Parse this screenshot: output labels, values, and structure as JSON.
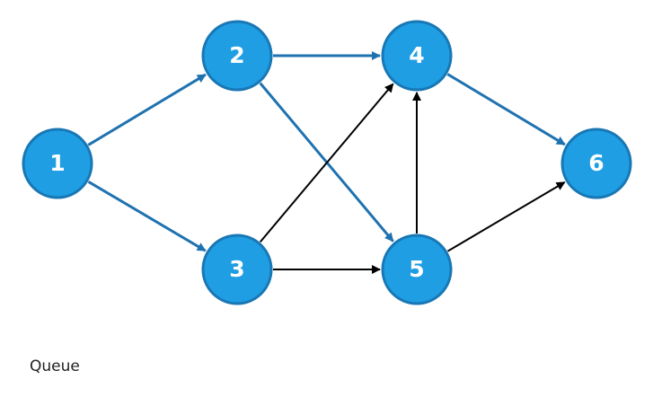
{
  "colors": {
    "node_fill": "#1f9ee3",
    "node_stroke": "#1877b4",
    "highlight_edge": "#1f72b0",
    "normal_edge": "#000000",
    "label": "#ffffff"
  },
  "graph": {
    "nodes": [
      {
        "id": "1",
        "label": "1"
      },
      {
        "id": "2",
        "label": "2"
      },
      {
        "id": "3",
        "label": "3"
      },
      {
        "id": "4",
        "label": "4"
      },
      {
        "id": "5",
        "label": "5"
      },
      {
        "id": "6",
        "label": "6"
      }
    ],
    "edges": [
      {
        "from": "1",
        "to": "2",
        "highlighted": true
      },
      {
        "from": "1",
        "to": "3",
        "highlighted": true
      },
      {
        "from": "2",
        "to": "4",
        "highlighted": true
      },
      {
        "from": "2",
        "to": "5",
        "highlighted": true
      },
      {
        "from": "4",
        "to": "6",
        "highlighted": true
      },
      {
        "from": "3",
        "to": "4",
        "highlighted": false
      },
      {
        "from": "3",
        "to": "5",
        "highlighted": false
      },
      {
        "from": "5",
        "to": "4",
        "highlighted": false
      },
      {
        "from": "5",
        "to": "6",
        "highlighted": false
      }
    ]
  },
  "queue": {
    "label": "Queue"
  }
}
